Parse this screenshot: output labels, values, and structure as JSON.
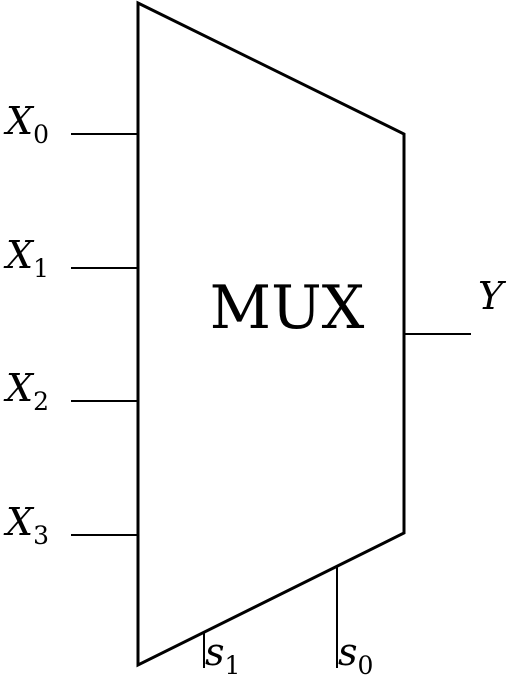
{
  "block": {
    "label": "MUX"
  },
  "inputs": [
    {
      "var": "X",
      "sub": "0"
    },
    {
      "var": "X",
      "sub": "1"
    },
    {
      "var": "X",
      "sub": "2"
    },
    {
      "var": "X",
      "sub": "3"
    }
  ],
  "output": {
    "var": "Y"
  },
  "selects": [
    {
      "var": "s",
      "sub": "1"
    },
    {
      "var": "s",
      "sub": "0"
    }
  ],
  "colors": {
    "stroke": "#000000",
    "background": "#ffffff"
  }
}
